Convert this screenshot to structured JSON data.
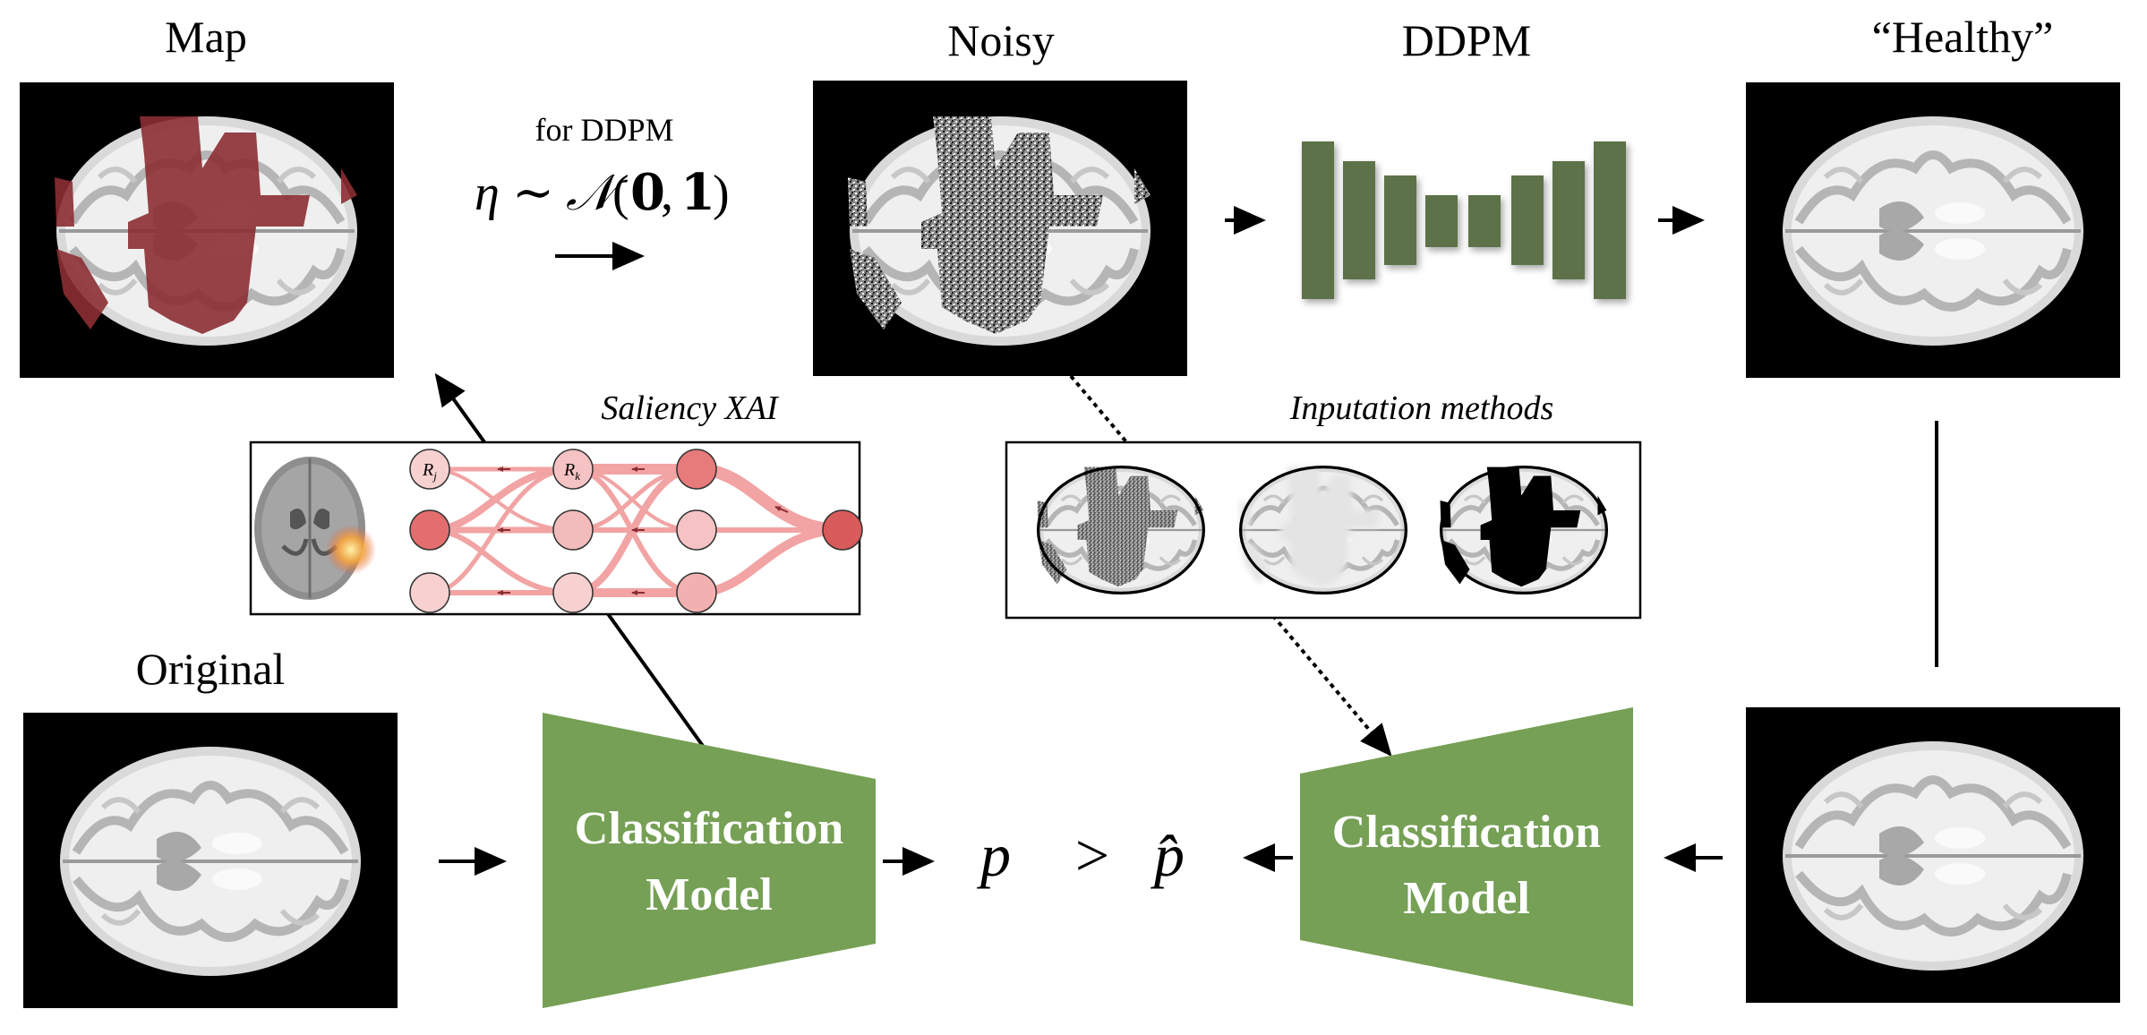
{
  "colors": {
    "model_green": "#76a055",
    "ddpm_green": "#5d7248",
    "lesion_red": "#8b2e33",
    "node_fill_dark": "#e26a6a",
    "node_fill_light": "#f6c9c9",
    "edge_pink": "#f2a3a3",
    "brain_gray": "#cfcfcf",
    "background_black": "#000000"
  },
  "titles": {
    "map": "Map",
    "noisy": "Noisy",
    "ddpm": "DDPM",
    "healthy": "“Healthy”",
    "original": "Original"
  },
  "noise": {
    "line1": "for DDPM",
    "eta": "η",
    "sim": "∼",
    "dist": "𝒩",
    "open": "(",
    "zero": "𝟎",
    "comma": ",",
    "one": "𝟏",
    "close": ")"
  },
  "saliency": {
    "label": "Saliency XAI",
    "node_j": "R",
    "node_j_sub": "j",
    "node_k": "R",
    "node_k_sub": "k"
  },
  "imputation": {
    "label": "Inputation methods"
  },
  "models": {
    "left": {
      "line1": "Classification",
      "line2": "Model"
    },
    "right": {
      "line1": "Classification",
      "line2": "Model"
    }
  },
  "comparison": {
    "p": "p",
    "gt": ">",
    "phat": "p̂"
  }
}
